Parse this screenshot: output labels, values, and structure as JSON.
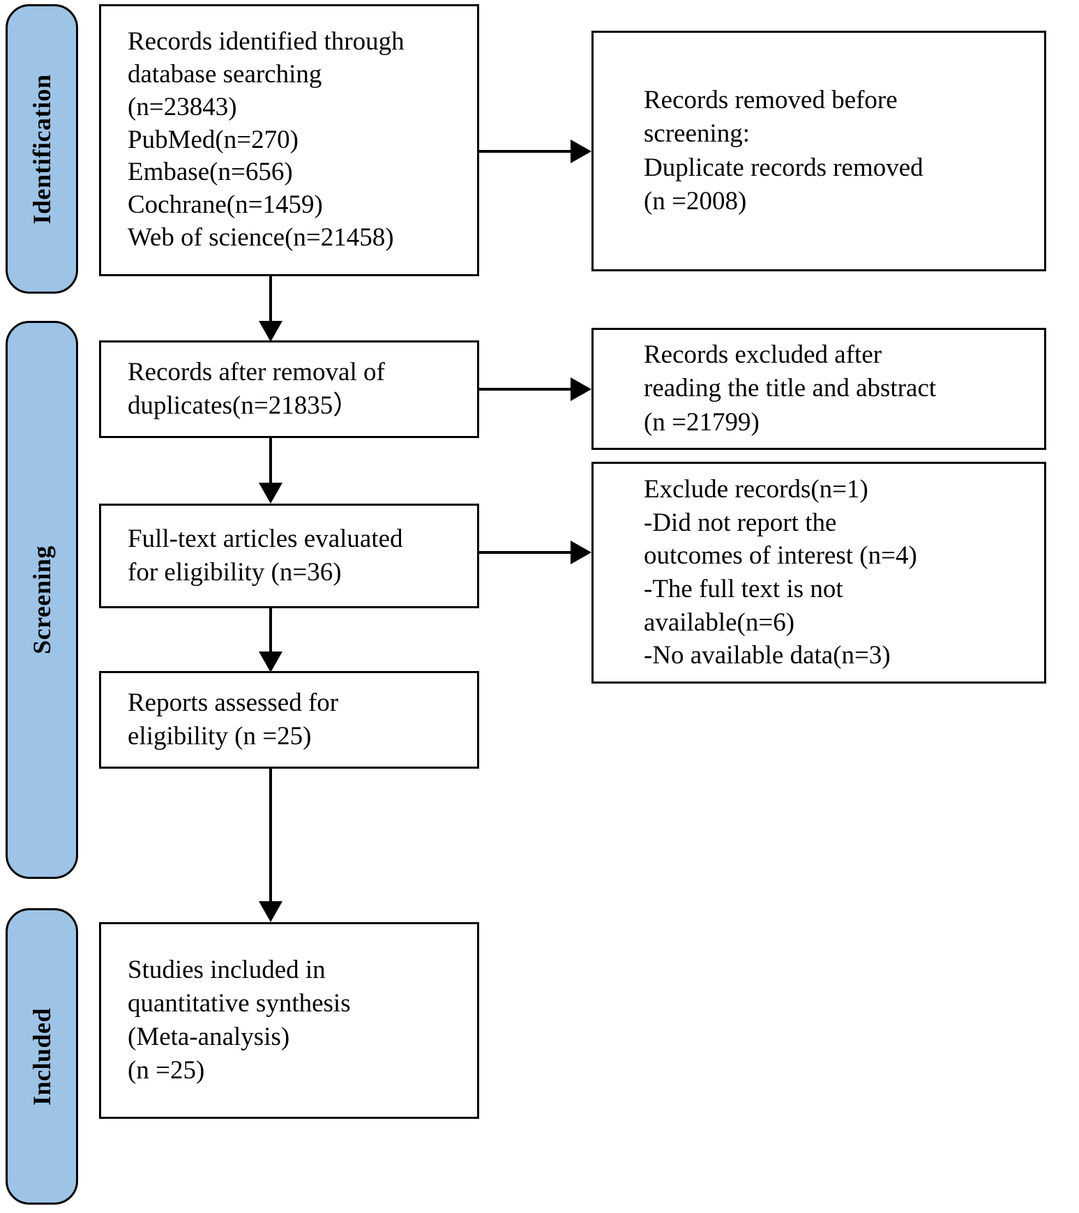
{
  "diagram": {
    "type": "prisma-flow-diagram",
    "title": "PRISMA study selection flow diagram",
    "colors": {
      "stage_bar_fill": "#9DC3E6",
      "stage_bar_border": "#000000",
      "box_border": "#000000",
      "box_fill": "#FFFFFF",
      "text": "#000000",
      "connector": "#000000"
    },
    "stages": [
      {
        "id": "identification",
        "label": "Identification"
      },
      {
        "id": "screening",
        "label": "Screening"
      },
      {
        "id": "included",
        "label": "Included"
      }
    ],
    "boxes": [
      {
        "id": "records-identified",
        "stage": "identification",
        "text": "Records identified through\ndatabase searching\n(n=23843)\nPubMed(n=270)\nEmbase(n=656)\nCochrane(n=1459)\nWeb of science(n=21458)"
      },
      {
        "id": "records-removed-before-screening",
        "stage": "identification",
        "text": "Records removed before\nscreening:\nDuplicate records removed\n(n =2008)"
      },
      {
        "id": "records-after-duplicates",
        "stage": "screening",
        "text": "Records after removal of\nduplicates(n=21835）"
      },
      {
        "id": "records-excluded-title-abstract",
        "stage": "screening",
        "text": "Records excluded after\nreading the title and abstract\n(n =21799)"
      },
      {
        "id": "fulltext-evaluated",
        "stage": "screening",
        "text": "Full-text articles evaluated\nfor eligibility (n=36)"
      },
      {
        "id": "exclude-records-detail",
        "stage": "screening",
        "text": "Exclude records(n=1)\n-Did not report the\noutcomes of interest (n=4)\n-The full text is not\navailable(n=6)\n-No available data(n=3)"
      },
      {
        "id": "reports-assessed",
        "stage": "screening",
        "text": "Reports assessed for\neligibility (n =25)"
      },
      {
        "id": "studies-included",
        "stage": "included",
        "text": "Studies included in\nquantitative synthesis\n(Meta-analysis)\n(n =25)"
      }
    ],
    "counts": {
      "records_identified_total": 23843,
      "pubmed": 270,
      "embase": 656,
      "cochrane": 1459,
      "web_of_science": 21458,
      "duplicates_removed": 2008,
      "records_after_duplicates": 21835,
      "excluded_title_abstract": 21799,
      "fulltext_evaluated": 36,
      "exclude_records": 1,
      "no_outcomes_of_interest": 4,
      "full_text_not_available": 6,
      "no_available_data": 3,
      "reports_assessed": 25,
      "studies_included": 25
    },
    "connectors": [
      {
        "id": "identified-to-removed",
        "from": "records-identified",
        "to": "records-removed-before-screening",
        "direction": "right"
      },
      {
        "id": "identified-to-after-duplicates",
        "from": "records-identified",
        "to": "records-after-duplicates",
        "direction": "down"
      },
      {
        "id": "after-duplicates-to-excluded",
        "from": "records-after-duplicates",
        "to": "records-excluded-title-abstract",
        "direction": "right"
      },
      {
        "id": "after-duplicates-to-fulltext",
        "from": "records-after-duplicates",
        "to": "fulltext-evaluated",
        "direction": "down"
      },
      {
        "id": "fulltext-to-exclude-detail",
        "from": "fulltext-evaluated",
        "to": "exclude-records-detail",
        "direction": "right"
      },
      {
        "id": "fulltext-to-reports-assessed",
        "from": "fulltext-evaluated",
        "to": "reports-assessed",
        "direction": "down"
      },
      {
        "id": "reports-assessed-to-studies-included",
        "from": "reports-assessed",
        "to": "studies-included",
        "direction": "down"
      }
    ]
  }
}
